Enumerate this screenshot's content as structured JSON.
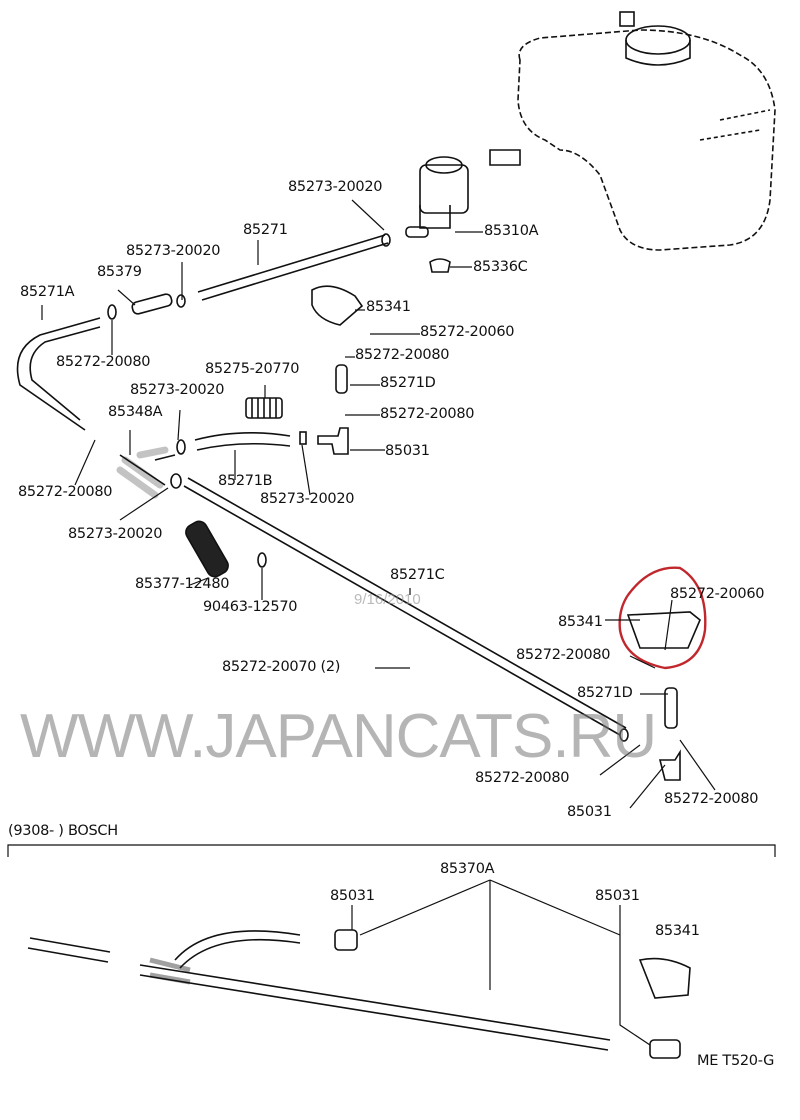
{
  "watermark": "WWW.JAPANCATS.RU",
  "date_stamp": "9/16/2010",
  "section_header": "(9308-        ) BOSCH",
  "diagram_code": "ME T520-G",
  "highlight_color": "#c0282d",
  "labels": {
    "l01": "85273-20020",
    "l02": "85271",
    "l03": "85310A",
    "l04": "85273-20020",
    "l05": "85379",
    "l06": "85336C",
    "l07": "85271A",
    "l08": "85341",
    "l09": "85272-20060",
    "l10": "85272-20080",
    "l11": "85272-20080",
    "l12": "85275-20770",
    "l13": "85271D",
    "l14": "85273-20020",
    "l15": "85348A",
    "l16": "85272-20080",
    "l17": "85031",
    "l18": "85271B",
    "l19": "85272-20080",
    "l20": "85273-20020",
    "l21": "85273-20020",
    "l22": "85377-12480",
    "l23": "90463-12570",
    "l24": "85271C",
    "l25": "85272-20060",
    "l26": "85341",
    "l27": "85272-20080",
    "l28": "85272-20070 (2)",
    "l29": "85271D",
    "l30": "85272-20080",
    "l31": "85272-20080",
    "l32": "85031",
    "l33": "85370A",
    "l34": "85031",
    "l35": "85031",
    "l36": "85341"
  }
}
